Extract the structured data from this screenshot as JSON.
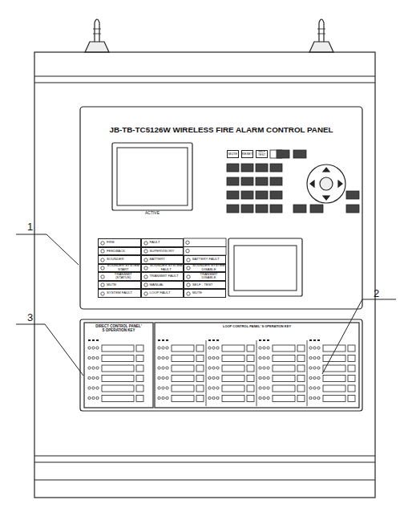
{
  "diagram": {
    "nodes": [
      {
        "text": [
          "JB-TB-TC5126W WIRELESS FIRE ALARM CONTROL PANEL"
        ]
      },
      {
        "text": [
          "ACTIVE"
        ],
        "in": 0
      },
      {
        "text": [
          "MUTE"
        ],
        "in": 0
      },
      {
        "text": [
          "RESET"
        ],
        "in": 0
      },
      {
        "text": [
          "SELF TEST"
        ],
        "in": 0
      },
      {
        "text": [
          "FIRE"
        ],
        "in": 0
      },
      {
        "text": [
          "FEEDBACK"
        ],
        "in": 0
      },
      {
        "text": [
          "SOUNDER"
        ],
        "in": 0
      },
      {
        "text": [
          "SOUNDER SYSTEM START"
        ],
        "in": 0
      },
      {
        "text": [
          "TRANSMIT (STATUS)"
        ],
        "in": 0
      },
      {
        "text": [
          "MUTE"
        ],
        "in": 0
      },
      {
        "text": [
          "SYSTEM FAULT"
        ],
        "in": 0
      },
      {
        "text": [
          "FAULT"
        ],
        "in": 0
      },
      {
        "text": [
          "SUPERVISORY"
        ],
        "in": 0
      },
      {
        "text": [
          "BATTERY"
        ],
        "in": 0
      },
      {
        "text": [
          "SOUNDER SYSTEM FAULT"
        ],
        "in": 0
      },
      {
        "text": [
          "TRANSMIT FAULT"
        ],
        "in": 0
      },
      {
        "text": [
          "MANUAL"
        ],
        "in": 0
      },
      {
        "text": [
          "LOOP FAULT"
        ],
        "in": 0
      },
      {
        "text": [
          "BATTERY FAULT"
        ],
        "in": 0
      },
      {
        "text": [
          "SOUNDER SYSTEM DISABLE"
        ],
        "in": 0
      },
      {
        "text": [
          "TRANSMIT DISABLE"
        ],
        "in": 0
      },
      {
        "text": [
          "SELF - TEST"
        ],
        "in": 0
      },
      {
        "text": [
          "MUTE"
        ],
        "in": 0
      },
      {
        "text": [
          "DIRECT CONTROL PANEL' S OPERATION KEY"
        ]
      },
      {
        "text": [
          "LOOP CONTROL PANEL' S OPERATION KEY"
        ]
      }
    ],
    "labels": [
      "1",
      "2",
      "3"
    ]
  }
}
